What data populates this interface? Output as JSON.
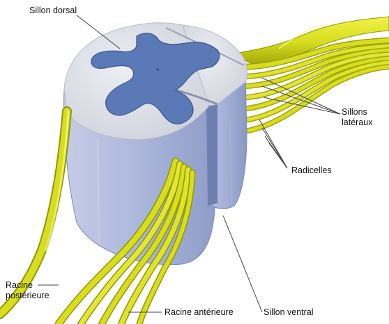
{
  "labels": {
    "sillon_dorsal": "Sillon dorsal",
    "sillons_lateraux_line1": "Sillons",
    "sillons_lateraux_line2": "latéraux",
    "radicelles": "Radicelles",
    "racine_posterieure_line1": "Racine",
    "racine_posterieure_line2": "postérieure",
    "racine_anterieure": "Racine antérieure",
    "sillon_ventral": "Sillon ventral"
  },
  "colors": {
    "white_matter_top": "#d9dbe4",
    "white_matter_side": "#a9b5d6",
    "grey_matter": "#5b79b6",
    "nerve_root": "#d8dd1d",
    "nerve_root_dark": "#8f9608",
    "leader_line": "#444444"
  }
}
